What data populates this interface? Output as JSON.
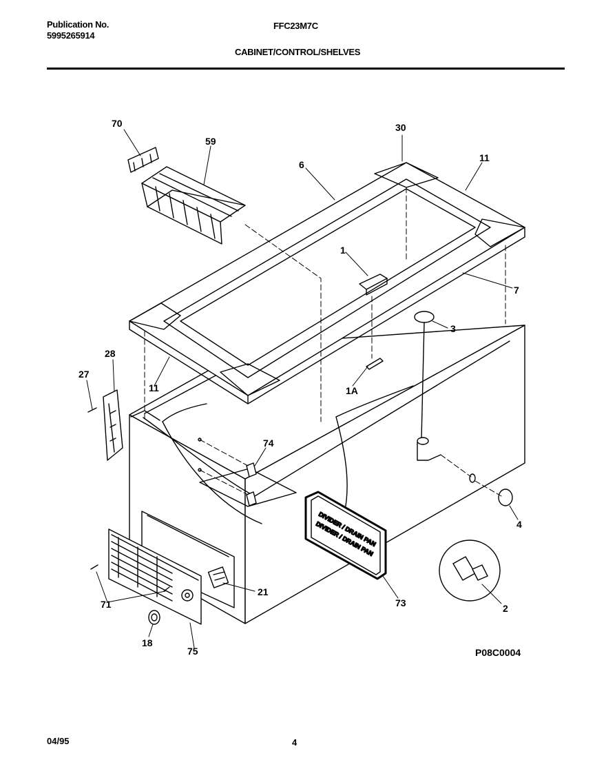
{
  "header": {
    "publication_label": "Publication No.",
    "publication_number": "5995265914",
    "model": "FFC23M7C",
    "section_title": "CABINET/CONTROL/SHELVES"
  },
  "diagram": {
    "drawing_code": "P08C0004",
    "plate_text_1": "DIVIDER / DRAIN PAN",
    "plate_text_2": "DIVIDER / DRAIN PAN",
    "callouts": {
      "c70": "70",
      "c59": "59",
      "c30": "30",
      "c6": "6",
      "c11a": "11",
      "c1": "1",
      "c7": "7",
      "c3": "3",
      "c28": "28",
      "c27": "27",
      "c11b": "11",
      "c1a": "1A",
      "c74": "74",
      "c4": "4",
      "c21": "21",
      "c71": "71",
      "c73": "73",
      "c2": "2",
      "c18": "18",
      "c75": "75"
    }
  },
  "footer": {
    "date": "04/95",
    "page": "4"
  }
}
